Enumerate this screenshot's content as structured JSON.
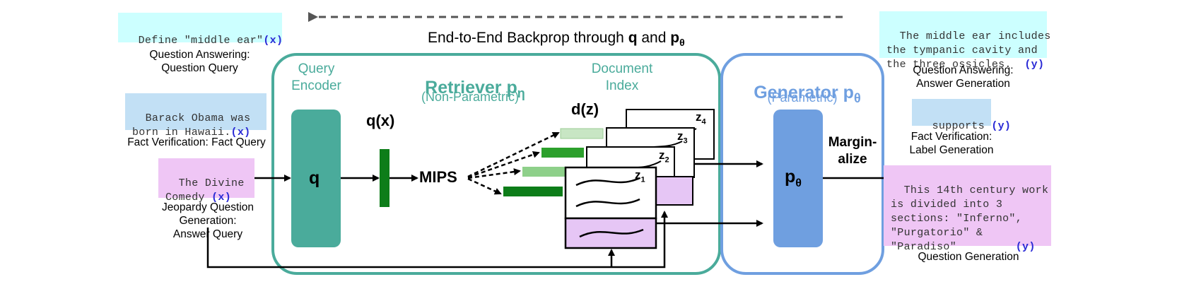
{
  "backprop_label": {
    "prefix": "End-to-End Backprop through ",
    "q": "q",
    "and": " and ",
    "p": "p",
    "p_sub": "θ"
  },
  "inputs": [
    {
      "text": "Define \"middle ear\"",
      "var": "(x)",
      "caption": "Question Answering:\nQuestion Query"
    },
    {
      "text": "Barack Obama was\nborn in Hawaii.",
      "var": "(x)",
      "caption": "Fact Verification: Fact Query"
    },
    {
      "text": "The Divine\nComedy ",
      "var": "(x)",
      "caption": "Jeopardy Question\nGeneration:\nAnswer Query"
    }
  ],
  "outputs": [
    {
      "text": "The middle ear includes\nthe tympanic cavity and\nthe three ossicles.  ",
      "var": "(y)",
      "caption": "Question Answering:\nAnswer Generation"
    },
    {
      "text": "supports ",
      "var": "(y)",
      "caption": "Fact Verification:\nLabel Generation"
    },
    {
      "text": "This 14th century work\nis divided into 3\nsections: \"Inferno\",\n\"Purgatorio\" &\n\"Paradiso\"         ",
      "var": "(y)",
      "caption": "Question Generation"
    }
  ],
  "retriever": {
    "title": "Retriever p",
    "sub": "η",
    "subtitle": "(Non-Parametric)",
    "query_encoder": "Query\nEncoder",
    "doc_index": "Document\nIndex",
    "q_block": "q",
    "qx": "q(x)",
    "mips": "MIPS",
    "dz": "d(z)",
    "docs": [
      {
        "z": "z",
        "sub": "1"
      },
      {
        "z": "z",
        "sub": "2"
      },
      {
        "z": "z",
        "sub": "3"
      },
      {
        "z": "z",
        "sub": "4"
      }
    ]
  },
  "generator": {
    "title": "Generator p",
    "sub": "θ",
    "subtitle": "(Parametric)",
    "block": "p",
    "block_sub": "θ",
    "marginalize": "Margin-\nalize"
  },
  "colors": {
    "teal": "#4aab9b",
    "blue": "#6f9fe0",
    "green": "#0d7d19",
    "pink": "#e6c6f5"
  }
}
